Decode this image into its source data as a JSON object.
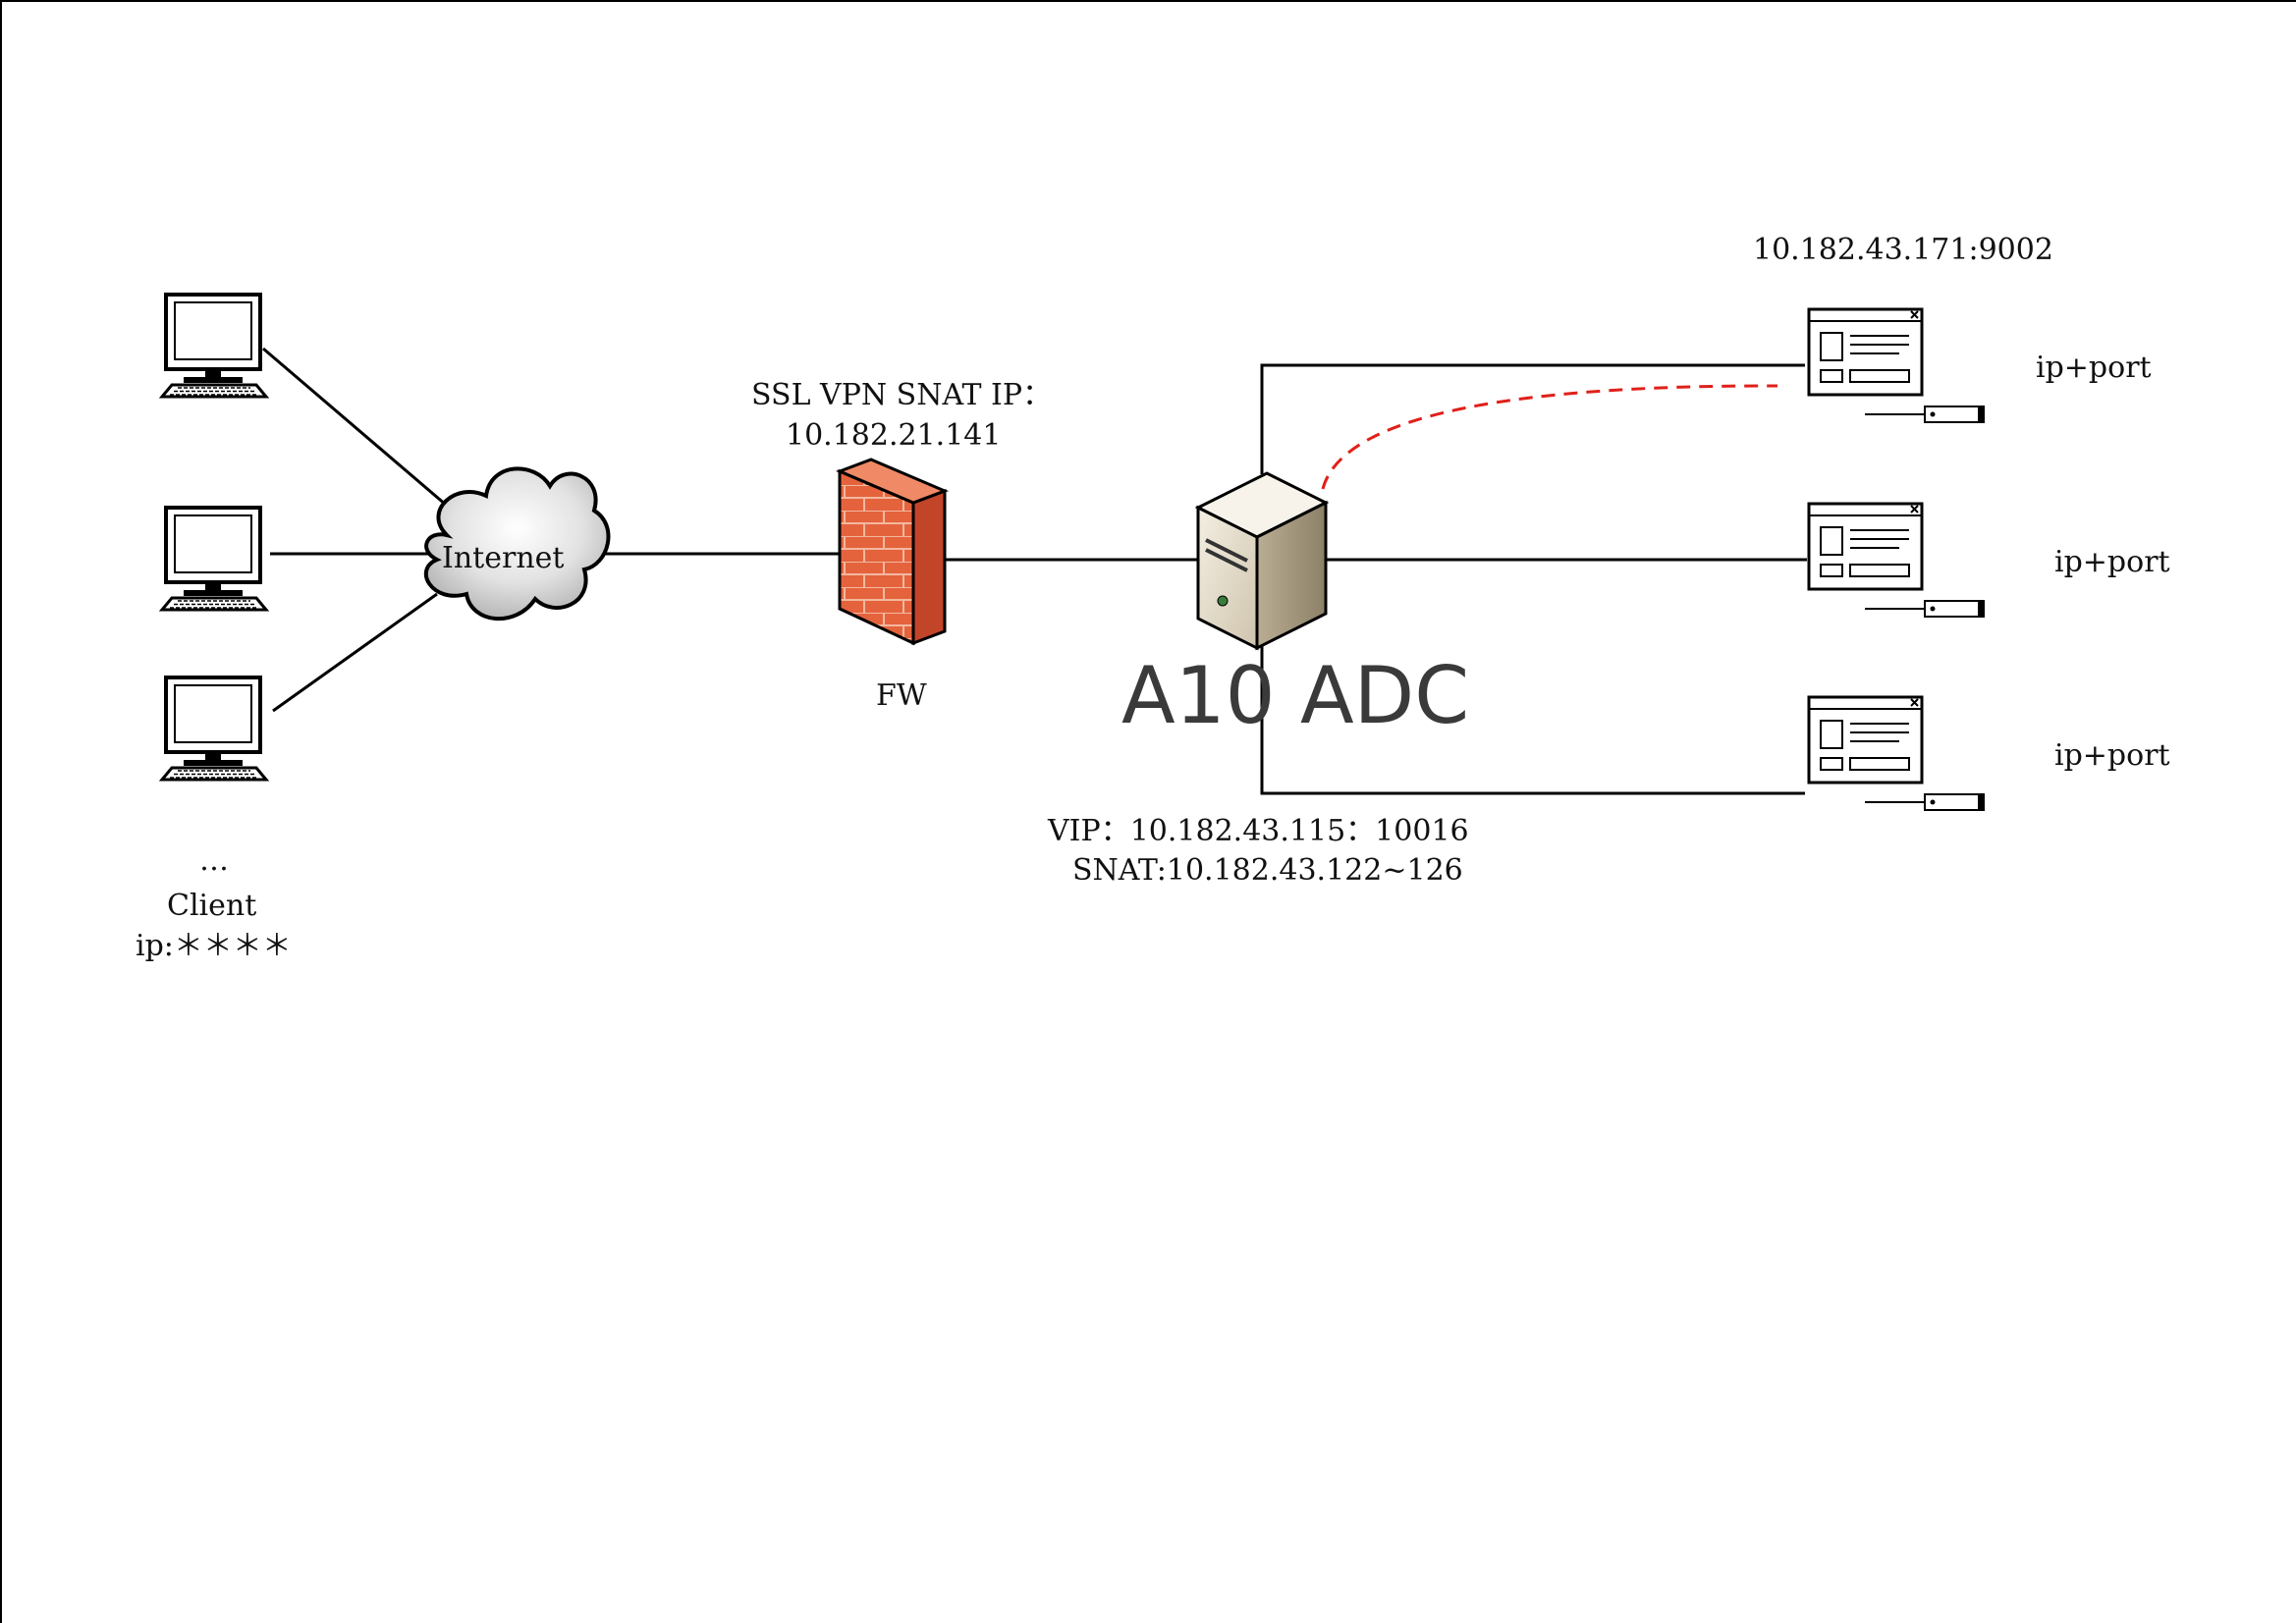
{
  "labels": {
    "internet": "Internet",
    "ssl_vpn_line1": "SSL VPN SNAT IP：",
    "ssl_vpn_line2": "10.182.21.141",
    "fw": "FW",
    "adc": "A10 ADC",
    "vip": "VIP：10.182.43.115：10016",
    "snat": "SNAT:10.182.43.122~126",
    "server_top_addr": "10.182.43.171:9002",
    "server_ports": [
      "ip+port",
      "ip+port",
      "ip+port"
    ],
    "ellipsis": "…",
    "client": "Client",
    "client_ip": "ip:＊＊＊＊"
  },
  "icons": {
    "client": "desktop-computer-icon",
    "cloud": "cloud-icon",
    "firewall": "firewall-brick-icon",
    "adc": "server-tower-icon",
    "app_server": "application-server-icon"
  },
  "colors": {
    "line": "#000000",
    "dashed_link": "#e0201a",
    "firewall": "#e4633d"
  }
}
